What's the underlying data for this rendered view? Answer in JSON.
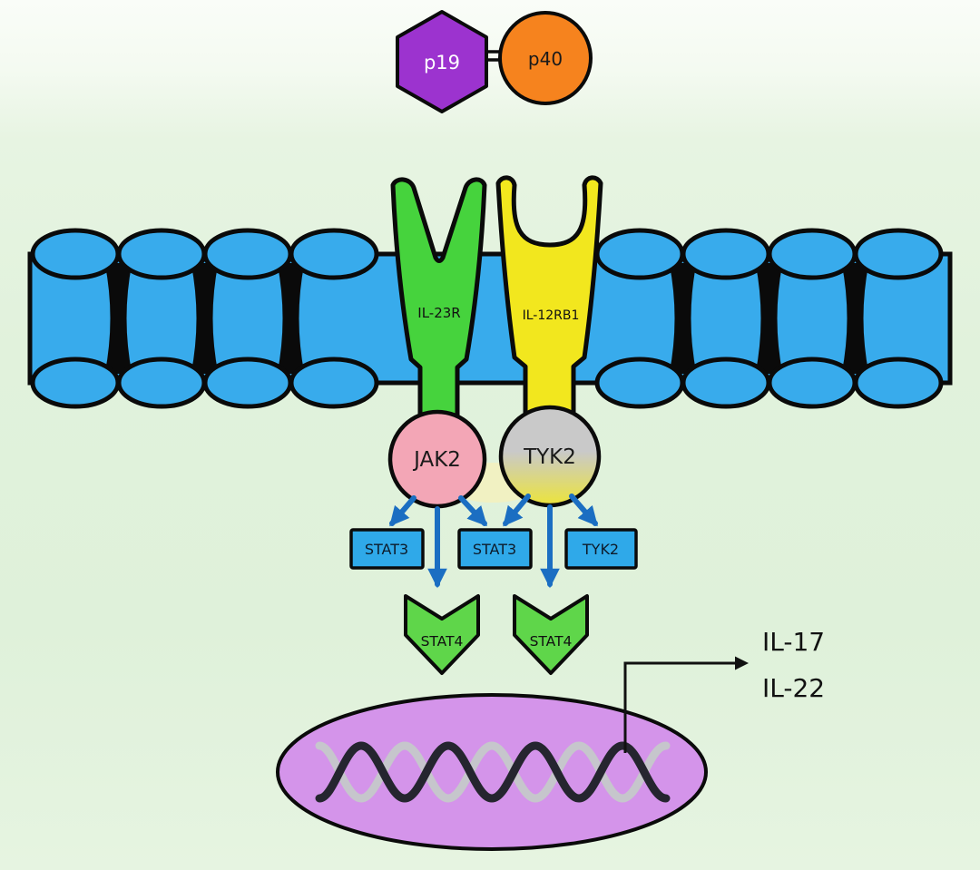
{
  "diagram": {
    "cytokine": {
      "p19_label": "p19",
      "p40_label": "p40"
    },
    "receptors": {
      "left_label": "IL-23R",
      "right_label": "IL-12RB1"
    },
    "kinases": {
      "left_label": "JAK2",
      "right_label": "TYK2"
    },
    "signal_boxes": {
      "box1_label": "STAT3",
      "box2_label": "STAT3",
      "box3_label": "TYK2"
    },
    "chevrons": {
      "left_label": "STAT4",
      "right_label": "STAT4"
    },
    "outputs": {
      "line1": "IL-17",
      "line2": "IL-22"
    },
    "colors": {
      "p19": "#9c33cf",
      "p40": "#f6831e",
      "membrane": "#38abec",
      "il23r": "#46d33d",
      "il12rb1": "#f2e71e",
      "jak2": "#f3a6b6",
      "tyk2_top": "#c9c9c9",
      "tyk2_bottom": "#ece43a",
      "stat_box": "#2fa9e9",
      "chevron": "#5fd64a",
      "nucleus": "#d494ea",
      "arrow": "#1b6ec2"
    }
  }
}
